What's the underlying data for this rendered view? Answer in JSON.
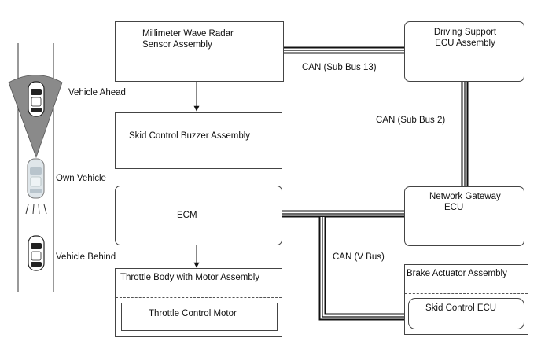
{
  "components": {
    "radar": [
      "Millimeter Wave Radar",
      "Sensor Assembly"
    ],
    "driving_support": [
      "Driving Support",
      "ECU Assembly"
    ],
    "buzzer": "Skid Control Buzzer Assembly",
    "ecm": "ECM",
    "gateway": [
      "Network Gateway",
      "ECU"
    ],
    "throttle_body": "Throttle Body with Motor Assembly",
    "throttle_motor": "Throttle Control Motor",
    "brake_actuator": "Brake Actuator Assembly",
    "skid_control_ecu": "Skid Control ECU"
  },
  "buses": {
    "sub13": "CAN (Sub Bus 13)",
    "sub2": "CAN (Sub Bus 2)",
    "vbus": "CAN (V Bus)"
  },
  "vehicles": {
    "ahead": "Vehicle Ahead",
    "own": "Own Vehicle",
    "behind": "Vehicle Behind"
  },
  "colors": {
    "line": "#111111",
    "box_border": "#444444",
    "radar_cone": "#8a8a8a",
    "own_vehicle": "#dfe6ea"
  }
}
